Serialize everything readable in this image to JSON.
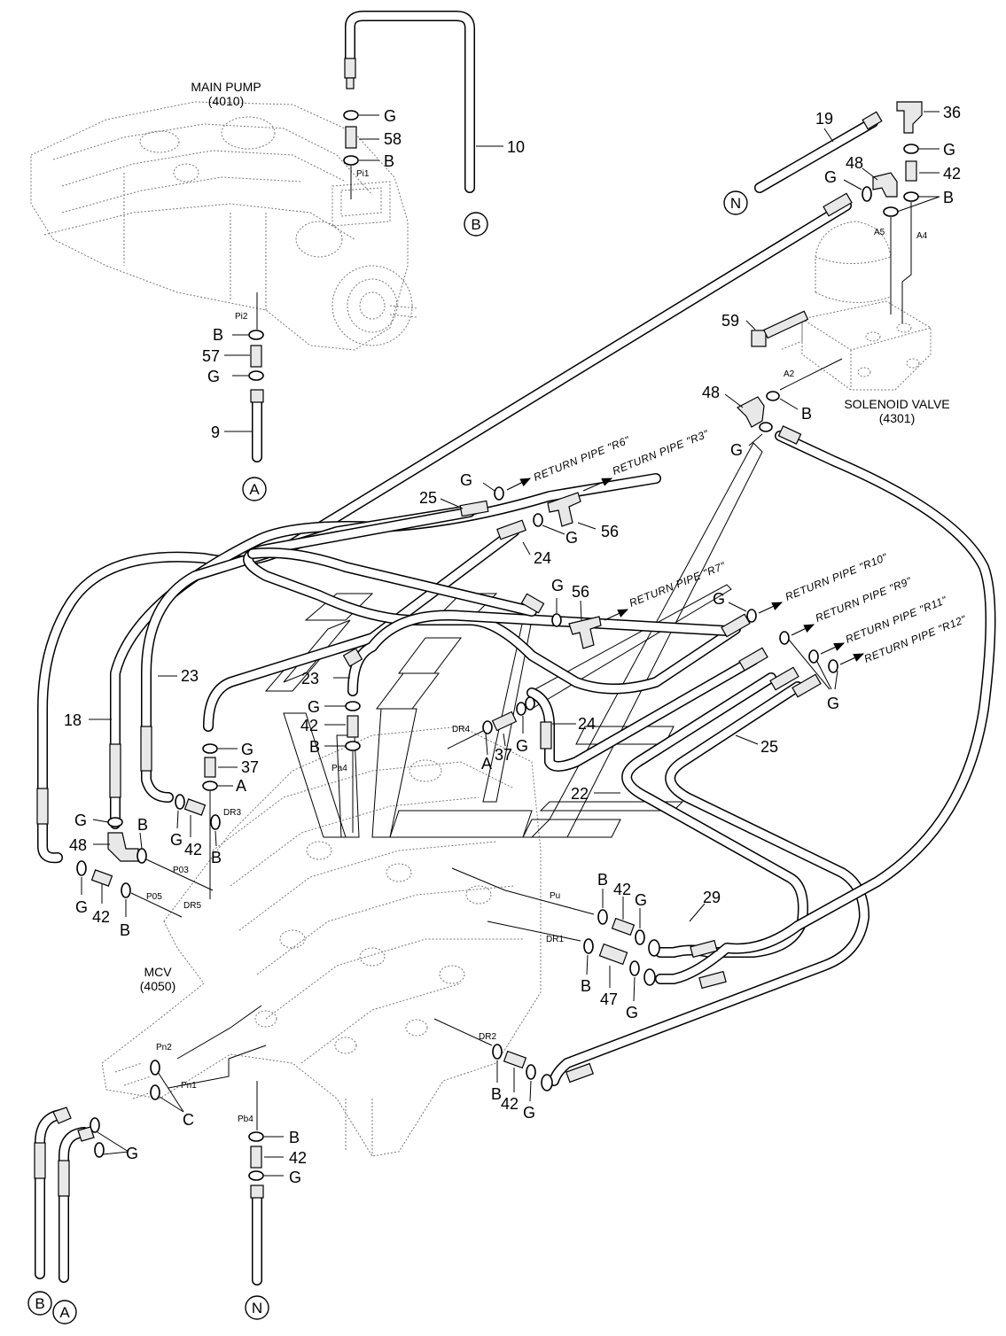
{
  "components": {
    "main_pump": {
      "name": "MAIN PUMP",
      "code": "(4010)"
    },
    "solenoid_valve": {
      "name": "SOLENOID VALVE",
      "code": "(4301)"
    },
    "mcv": {
      "name": "MCV",
      "code": "(4050)"
    }
  },
  "ports": {
    "pi1": "Pi1",
    "pi2": "Pi2",
    "a5": "A5",
    "a4": "A4",
    "a2": "A2",
    "dr4": "DR4",
    "pa4": "Pa4",
    "dr3": "DR3",
    "p03": "P03",
    "p05": "P05",
    "dr5": "DR5",
    "pu": "Pu",
    "dr1": "DR1",
    "dr2": "DR2",
    "pn2": "Pn2",
    "pn1": "Pn1",
    "pb4": "Pb4"
  },
  "connectors": {
    "b_top": "B",
    "n_top": "N",
    "a_pump": "A",
    "b_bottom": "B",
    "a_bottom": "A",
    "n_bottom": "N"
  },
  "return_pipes": {
    "r6": "RETURN PIPE \"R6\"",
    "r3": "RETURN PIPE \"R3\"",
    "r7": "RETURN PIPE \"R7\"",
    "r10": "RETURN PIPE \"R10\"",
    "r9": "RETURN PIPE \"R9\"",
    "r11": "RETURN PIPE \"R11\"",
    "r12": "RETURN PIPE \"R12\""
  },
  "callouts": {
    "n10": "10",
    "g_58a": "G",
    "n58": "58",
    "b_58": "B",
    "n19": "19",
    "n36": "36",
    "g_36": "G",
    "n42_sv": "42",
    "b_sv": "B",
    "n48_sv": "48",
    "g_48sv": "G",
    "b_pi2": "B",
    "n57": "57",
    "g_57": "G",
    "n9": "9",
    "n59": "59",
    "n48_a2": "48",
    "b_a2": "B",
    "g_a2": "G",
    "g_r6": "G",
    "n25_top": "25",
    "g_56a": "G",
    "n56_a": "56",
    "n24_top": "24",
    "g_56b": "G",
    "n56_b": "56",
    "g_r10": "G",
    "g_r12": "G",
    "n23_left": "23",
    "n18": "18",
    "n23_mid": "23",
    "g_mid1": "G",
    "n42_mid": "42",
    "b_mid1": "B",
    "a_dr4": "A",
    "n37_dr4": "37",
    "g_dr4": "G",
    "n24_mid": "24",
    "n25_mid": "25",
    "g_37": "G",
    "n37": "37",
    "a_37": "A",
    "n22": "22",
    "g_48l": "G",
    "n48_l": "48",
    "b_48l": "B",
    "g_42l": "G",
    "n42_l": "42",
    "b_dr3": "B",
    "g_p05": "G",
    "n42_p05": "42",
    "b_p05": "B",
    "b_pu": "B",
    "n42_pu": "42",
    "g_pu": "G",
    "n29": "29",
    "b_dr1": "B",
    "n47": "47",
    "g_dr1": "G",
    "b_dr2": "B",
    "n42_dr2": "42",
    "g_dr2": "G",
    "c_pn": "C",
    "g_pn": "G",
    "b_pb4": "B",
    "n42_pb4": "42",
    "g_pb4": "G"
  },
  "colors": {
    "line": "#000000",
    "ghost": "#777777",
    "background": "#ffffff"
  }
}
